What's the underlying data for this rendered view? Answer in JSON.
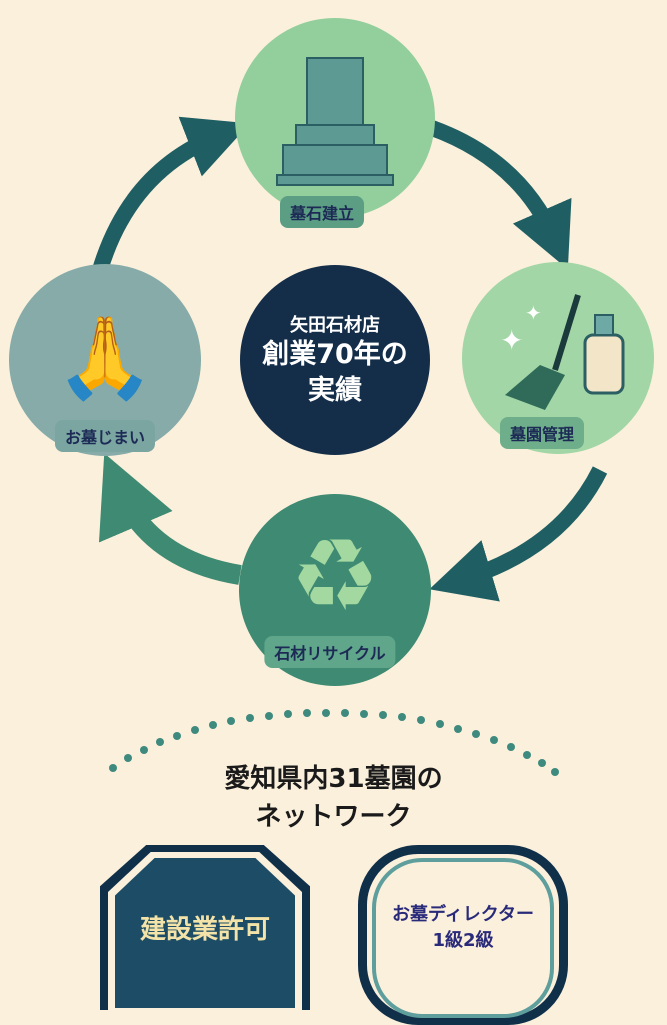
{
  "cycle": {
    "center": {
      "line1": "矢田石材店",
      "line2": "創業70年の",
      "line3": "実績"
    },
    "steps": [
      {
        "label": "墓石建立",
        "icon": "gravestone-icon"
      },
      {
        "label": "墓園管理",
        "icon": "cleaning-icon"
      },
      {
        "label": "石材リサイクル",
        "icon": "recycle-icon"
      },
      {
        "label": "お墓じまい",
        "icon": "praying-hands-icon"
      }
    ]
  },
  "network": {
    "line1": "愛知県内31墓園の",
    "line2": "ネットワーク"
  },
  "badges": [
    {
      "label": "建設業許可"
    },
    {
      "line1": "お墓ディレクター",
      "line2": "1級2級"
    }
  ],
  "colors": {
    "background": "#fbf0dc",
    "navy": "#142e4a",
    "arrow": "#1f5f63"
  }
}
